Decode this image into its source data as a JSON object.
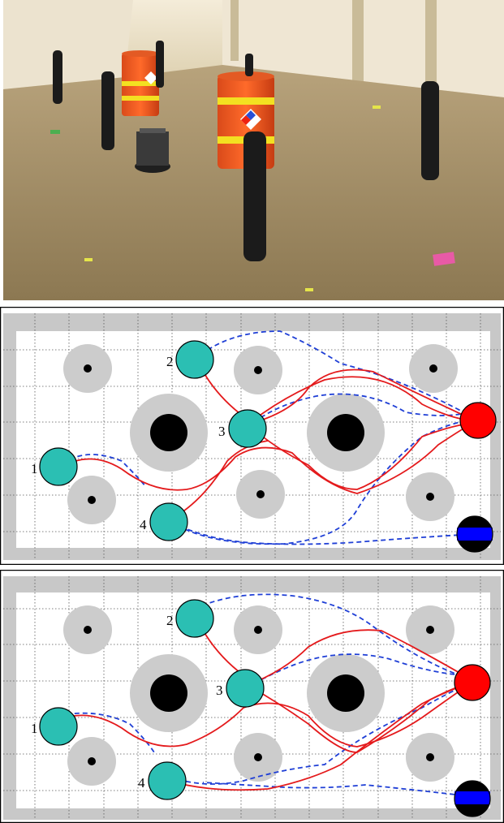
{
  "figure": {
    "photo": {
      "description_icons": [
        "barrel-icon",
        "pillar-icon",
        "robot-icon"
      ]
    },
    "panels": [
      {
        "id": "top",
        "robot_labels": [
          "1",
          "2",
          "3",
          "4"
        ]
      },
      {
        "id": "bottom",
        "robot_labels": [
          "1",
          "2",
          "3",
          "4"
        ]
      }
    ],
    "colors": {
      "robot": "#2bbfb3",
      "goal_red": "#ff0000",
      "goal_blue": "#0000ff",
      "obstacle_halo": "#cccccc",
      "obstacle_core": "#000000",
      "path_solid": "#e41a1c",
      "path_dashed": "#1f3fd6",
      "border": "#c8c8c8"
    }
  }
}
